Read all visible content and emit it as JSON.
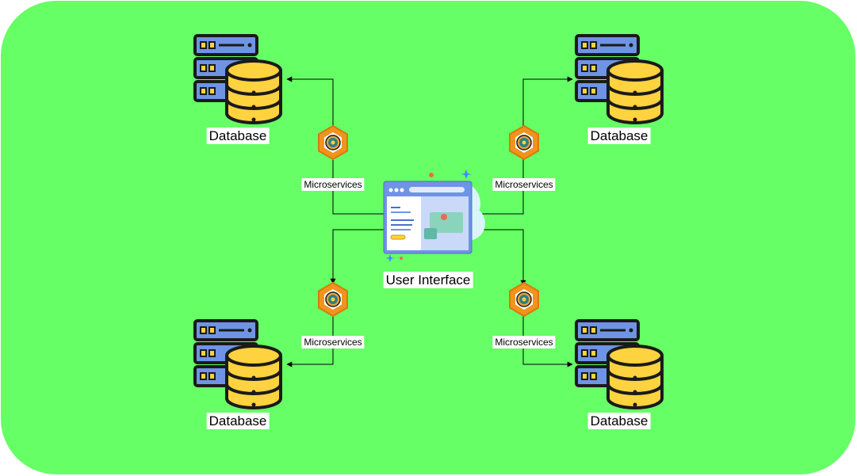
{
  "diagram": {
    "background_color": "#66ff66",
    "ui_label": "User Interface",
    "databases": [
      {
        "label": "Database"
      },
      {
        "label": "Database"
      },
      {
        "label": "Database"
      },
      {
        "label": "Database"
      }
    ],
    "microservices": [
      {
        "label": "Microservices"
      },
      {
        "label": "Microservices"
      },
      {
        "label": "Microservices"
      },
      {
        "label": "Microservices"
      }
    ],
    "icons": {
      "database": "database-server-icon",
      "microservice": "hexagon-gear-icon",
      "ui": "browser-window-icon"
    },
    "colors": {
      "server_blue": "#6f94e6",
      "cylinder_yellow": "#ffd23f",
      "hex_orange": "#f0941e",
      "outline": "#1a1a1a"
    }
  }
}
